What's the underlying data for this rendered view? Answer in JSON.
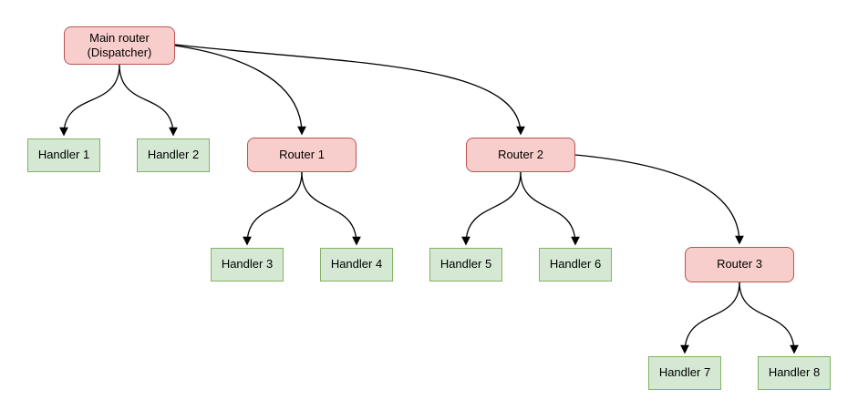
{
  "diagram": {
    "colors": {
      "router_fill": "#f8cecc",
      "router_border": "#b85450",
      "handler_fill": "#d5e8d4",
      "handler_border": "#82b366",
      "edge": "#000000"
    },
    "nodes": {
      "main": {
        "label": "Main router\n(Dispatcher)",
        "type": "router"
      },
      "handler1": {
        "label": "Handler 1",
        "type": "handler"
      },
      "handler2": {
        "label": "Handler 2",
        "type": "handler"
      },
      "router1": {
        "label": "Router 1",
        "type": "router"
      },
      "router2": {
        "label": "Router 2",
        "type": "router"
      },
      "handler3": {
        "label": "Handler 3",
        "type": "handler"
      },
      "handler4": {
        "label": "Handler 4",
        "type": "handler"
      },
      "handler5": {
        "label": "Handler 5",
        "type": "handler"
      },
      "handler6": {
        "label": "Handler 6",
        "type": "handler"
      },
      "router3": {
        "label": "Router 3",
        "type": "router"
      },
      "handler7": {
        "label": "Handler 7",
        "type": "handler"
      },
      "handler8": {
        "label": "Handler 8",
        "type": "handler"
      }
    },
    "edges": [
      {
        "from": "main",
        "to": "handler1"
      },
      {
        "from": "main",
        "to": "handler2"
      },
      {
        "from": "main",
        "to": "router1"
      },
      {
        "from": "main",
        "to": "router2"
      },
      {
        "from": "router1",
        "to": "handler3"
      },
      {
        "from": "router1",
        "to": "handler4"
      },
      {
        "from": "router2",
        "to": "handler5"
      },
      {
        "from": "router2",
        "to": "handler6"
      },
      {
        "from": "router2",
        "to": "router3"
      },
      {
        "from": "router3",
        "to": "handler7"
      },
      {
        "from": "router3",
        "to": "handler8"
      }
    ]
  }
}
